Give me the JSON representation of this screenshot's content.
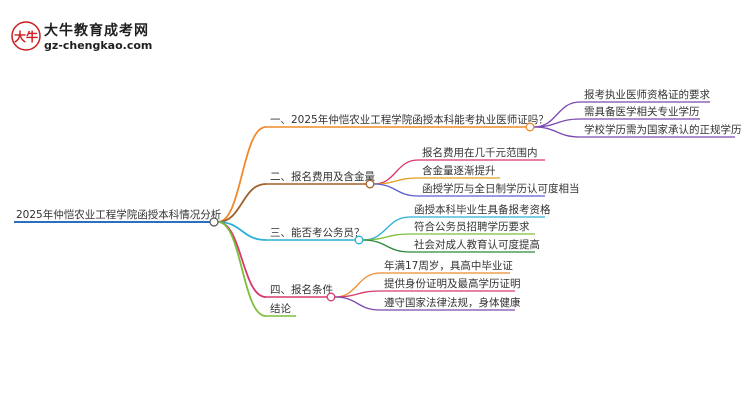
{
  "logo": {
    "title": "大牛教育成考网",
    "url": "gz-chengkao.com",
    "badge": "大牛"
  },
  "mindmap": {
    "root": "2025年仲恺农业工程学院函授本科情况分析",
    "branches": [
      {
        "label": "一、2025年仲恺农业工程学院函授本科能考执业医师证吗？",
        "color": "#f08a2a",
        "children": [
          "报考执业医师资格证的要求",
          "需具备医学相关专业学历",
          "学校学历需为国家承认的正规学历"
        ]
      },
      {
        "label": "二、报名费用及含金量",
        "color": "#a0602a",
        "children": [
          "报名费用在几千元范围内",
          "含金量逐渐提升",
          "函授学历与全日制学历认可度相当"
        ]
      },
      {
        "label": "三、能否考公务员？",
        "color": "#2ab0d8",
        "children": [
          "函授本科毕业生具备报考资格",
          "符合公务员招聘学历要求",
          "社会对成人教育认可度提高"
        ]
      },
      {
        "label": "四、报名条件",
        "color": "#d63a6a",
        "children": [
          "年满17周岁，具高中毕业证",
          "提供身份证明及最高学历证明",
          "遵守国家法律法规，身体健康"
        ]
      },
      {
        "label": "结论",
        "color": "#7cbf3a",
        "children": []
      }
    ],
    "child_colors": [
      [
        "#7b4bb0",
        "#7b4bb0",
        "#7b4bb0"
      ],
      [
        "#d9336a",
        "#e0a020",
        "#5b5fd0"
      ],
      [
        "#2ab0d8",
        "#7cbf3a",
        "#2a8a3a"
      ],
      [
        "#f08a2a",
        "#d63a6a",
        "#7b4bb0"
      ]
    ]
  }
}
